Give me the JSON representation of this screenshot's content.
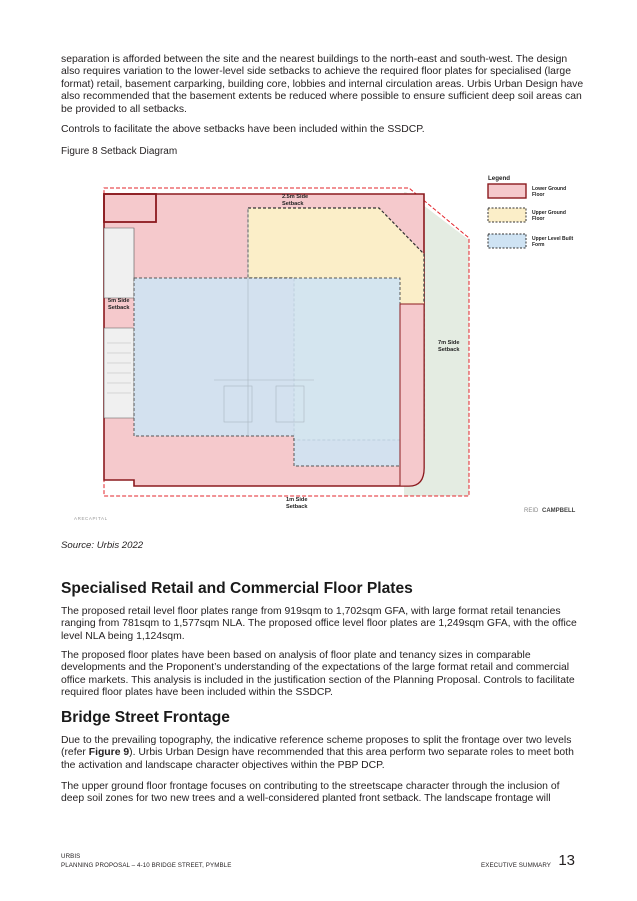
{
  "intro": {
    "p1": "separation is afforded between the site and the nearest buildings to the north-east and south-west. The design also requires variation to the lower-level side setbacks to achieve the required floor plates for specialised (large format) retail, basement carparking, building core, lobbies and internal circulation areas. Urbis Urban Design have also recommended that the basement extents be reduced where possible to ensure sufficient deep soil areas can be provided to all setbacks.",
    "p2": "Controls to facilitate the above setbacks have been included within the SSDCP."
  },
  "figure": {
    "caption": "Figure 8 Setback Diagram",
    "legend_title": "Legend",
    "legend": [
      {
        "label_line1": "Lower Ground",
        "label_line2": "Floor",
        "color": "#f5c9cc",
        "border": "#8b1a1e"
      },
      {
        "label_line1": "Upper Ground",
        "label_line2": "Floor",
        "color": "#fbeec8",
        "border": "#333333"
      },
      {
        "label_line1": "Upper Level Built",
        "label_line2": "Form",
        "color": "#cfe3f3",
        "border": "#333333"
      }
    ],
    "setback_labels": {
      "top_line1": "2.5m Side",
      "top_line2": "Setback",
      "left_line1": "5m Side",
      "left_line2": "Setback",
      "right_line1": "7m Side",
      "right_line2": "Setback",
      "bottom_line1": "1m Side",
      "bottom_line2": "Setback"
    },
    "logo_left": "ARECAPITAL",
    "logo_right_a": "REID",
    "logo_right_b": "CAMPBELL",
    "source": "Source: Urbis 2022"
  },
  "section1": {
    "heading": "Specialised Retail and Commercial Floor Plates",
    "p1": "The proposed retail level floor plates range from 919sqm to 1,702sqm GFA, with large format retail tenancies ranging from 781sqm to 1,577sqm NLA. The proposed office level floor plates are 1,249sqm GFA, with the office level NLA being 1,124sqm.",
    "p2": "The proposed floor plates have been based on analysis of floor plate and tenancy sizes in comparable developments and the Proponent’s understanding of the expectations of the large format retail and commercial office markets. This analysis is included in the justification section of the Planning Proposal. Controls to facilitate required floor plates have been included within the SSDCP."
  },
  "section2": {
    "heading": "Bridge Street Frontage",
    "p1_before": "Due to the prevailing topography, the indicative reference scheme proposes to split the frontage over two levels (refer ",
    "p1_bold": "Figure 9",
    "p1_after": "). Urbis Urban Design have recommended that this area perform two separate roles to meet both the activation and landscape character objectives within the PBP DCP.",
    "p2": "The upper ground floor frontage focuses on contributing to the streetscape character through the inclusion of deep soil zones for two new trees and a well-considered planted front setback. The landscape frontage will"
  },
  "footer": {
    "org": "URBIS",
    "doc": "PLANNING PROPOSAL – 4-10 BRIDGE STREET, PYMBLE",
    "section": "EXECUTIVE SUMMARY",
    "page": "13"
  }
}
